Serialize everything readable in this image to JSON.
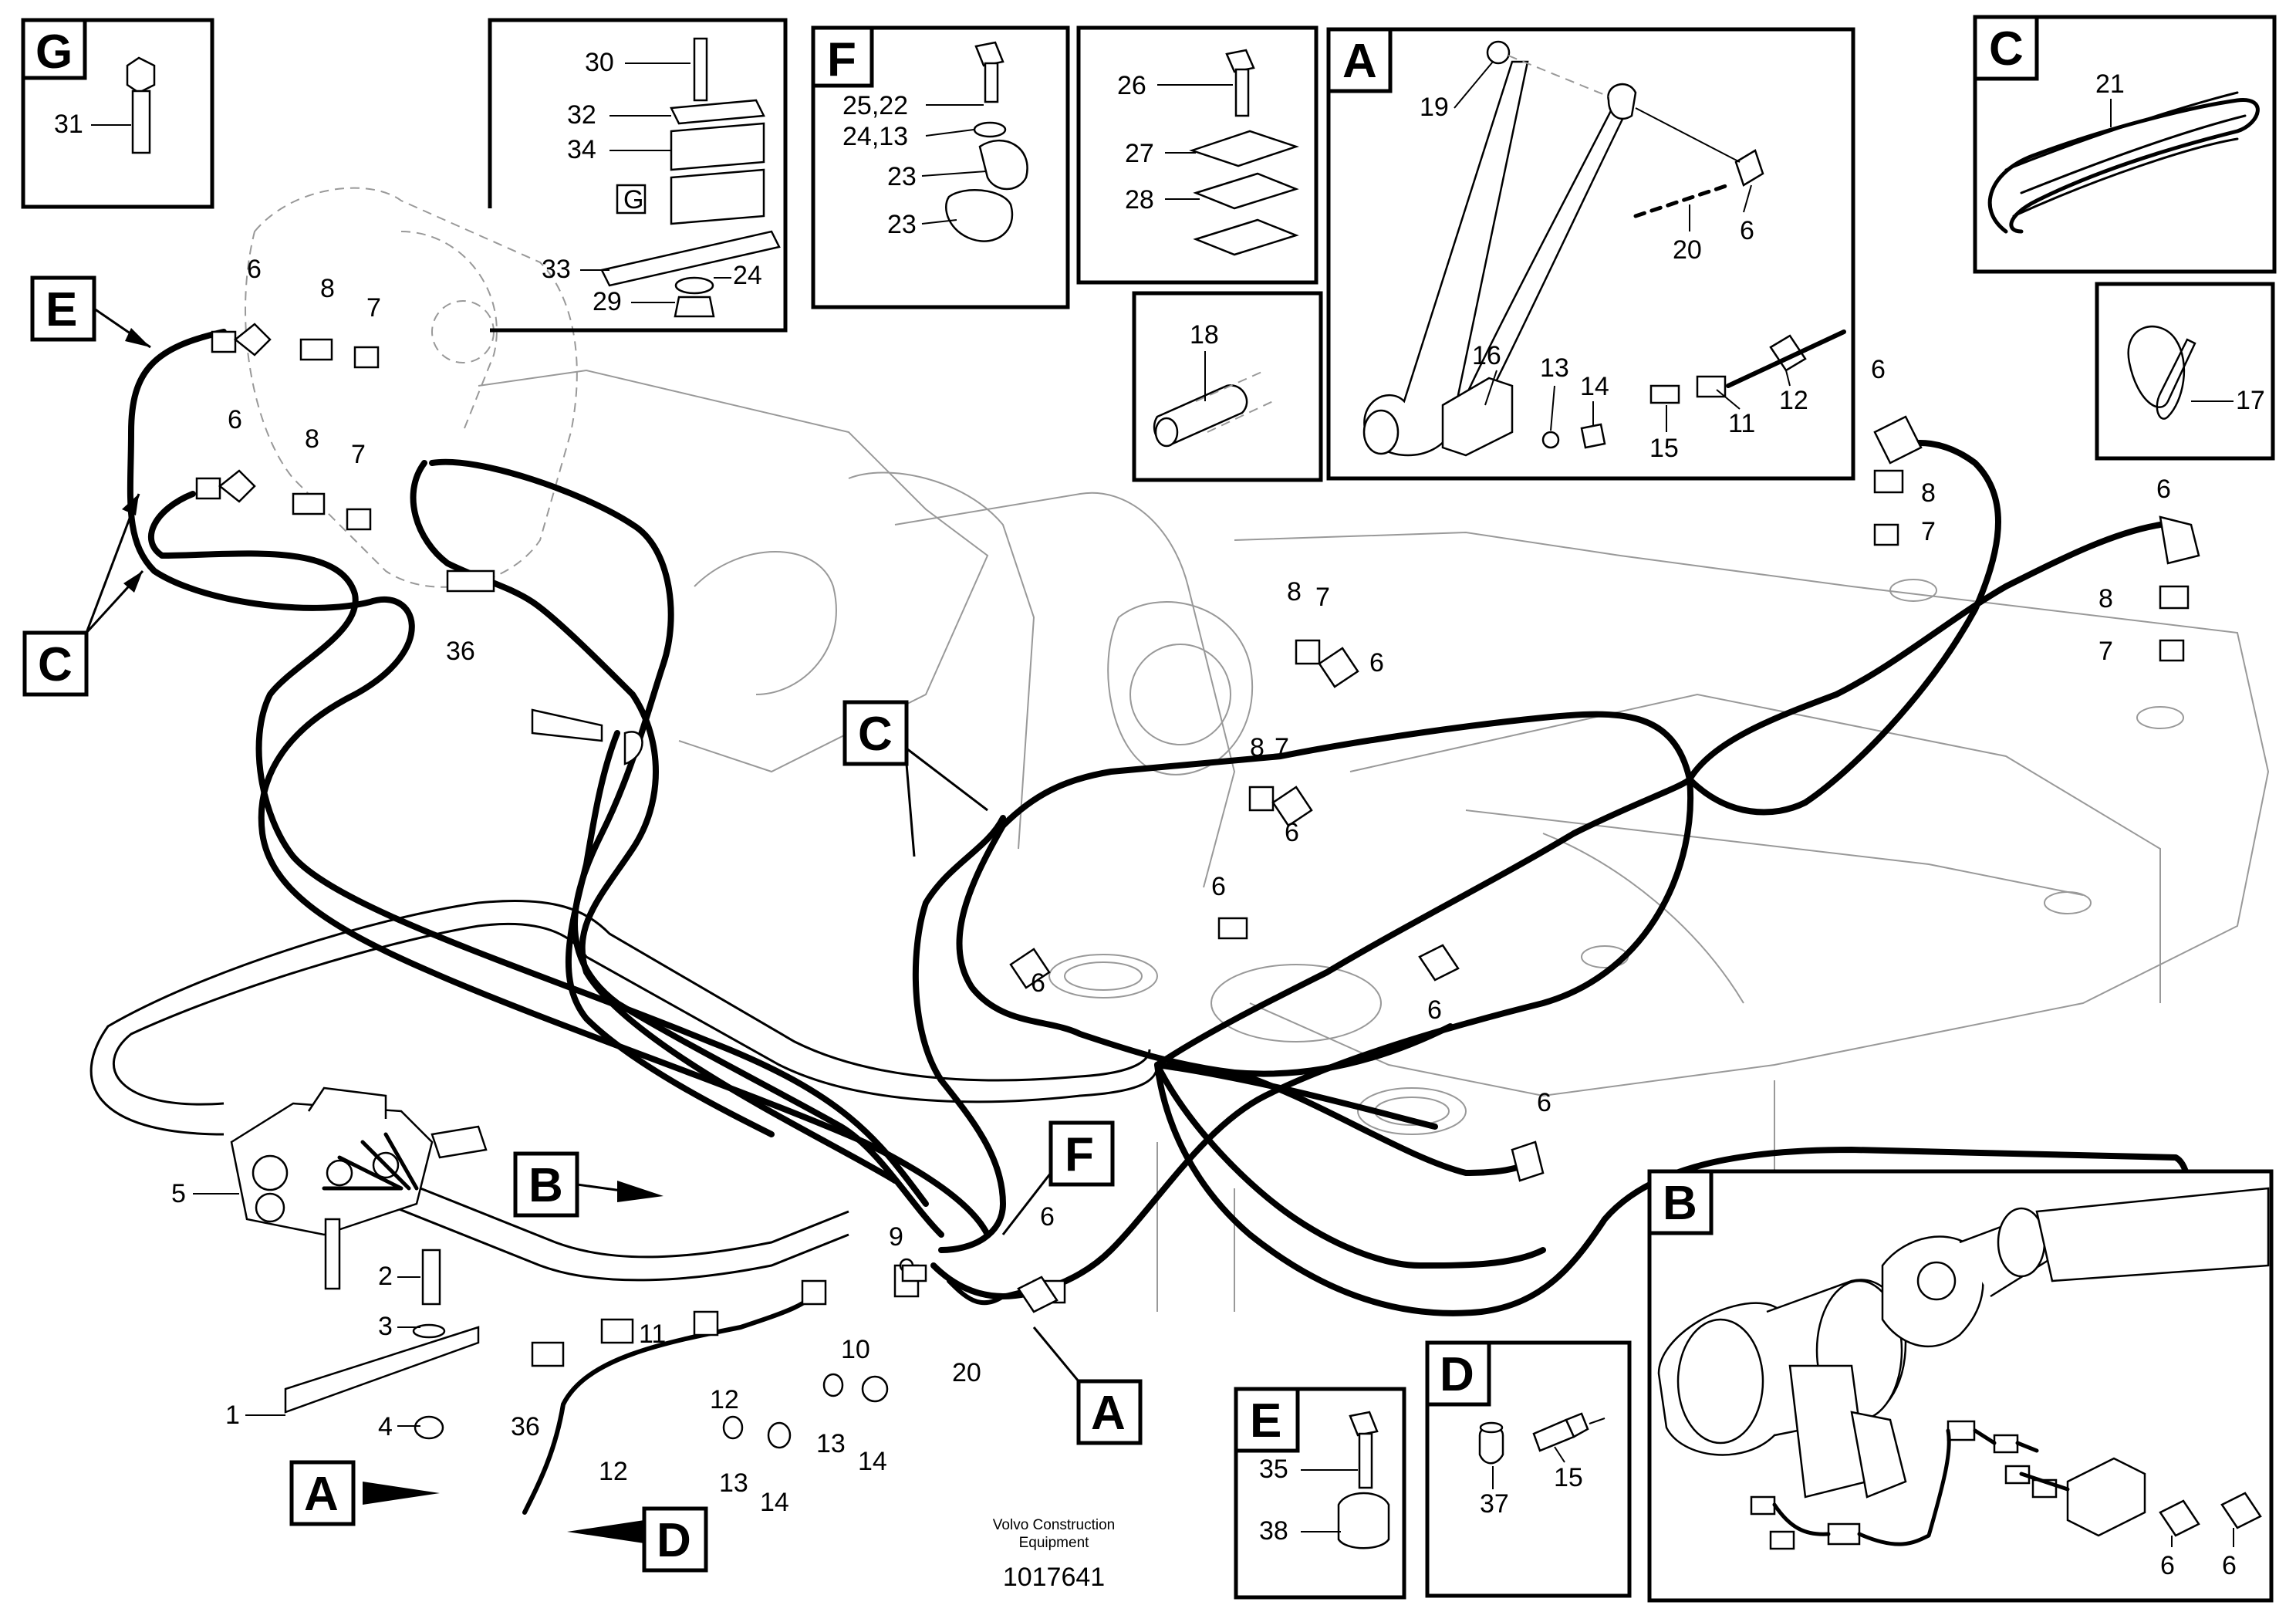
{
  "footer": {
    "maker_line1": "Volvo Construction",
    "maker_line2": "Equipment",
    "drawing_number": "1017641"
  },
  "panel_tags": {
    "G": "G",
    "F": "F",
    "A": "A",
    "C": "C",
    "E": "E",
    "D": "D",
    "B": "B",
    "G_small": "G"
  },
  "main_tags": {
    "E": "E",
    "C_left": "C",
    "C_mid": "C",
    "B": "B",
    "F": "F",
    "A_mid": "A",
    "A_low": "A",
    "D_low": "D"
  },
  "callouts": {
    "g31": "31",
    "k30": "30",
    "k32": "32",
    "k34": "34",
    "k33": "33",
    "k24": "24",
    "k29": "29",
    "f2522": "25,22",
    "f2413": "24,13",
    "f23a": "23",
    "f23b": "23",
    "p26": "26",
    "p27": "27",
    "p28": "28",
    "p18": "18",
    "a19": "19",
    "a6": "6",
    "a20": "20",
    "a16": "16",
    "a13": "13",
    "a14": "14",
    "a15": "15",
    "a11": "11",
    "a12": "12",
    "c21": "21",
    "c17": "17",
    "e6a": "6",
    "e8a": "8",
    "e7a": "7",
    "e6b": "6",
    "e8b": "8",
    "e7b": "7",
    "m36": "36",
    "r6a": "6",
    "r8a": "8",
    "r7a": "7",
    "r6b": "6",
    "r8b": "8",
    "r7b": "7",
    "c8a": "8",
    "c7a": "7",
    "c6a": "6",
    "c8b": "8",
    "c7b": "7",
    "c6b": "6",
    "c6c": "6",
    "c6d": "6",
    "c6e": "6",
    "c6f": "6",
    "l5": "5",
    "l2": "2",
    "l3": "3",
    "l1": "1",
    "l4": "4",
    "l9": "9",
    "l10": "10",
    "l11": "11",
    "l12a": "12",
    "l12b": "12",
    "l13a": "13",
    "l13b": "13",
    "l14a": "14",
    "l14b": "14",
    "l36": "36",
    "l20": "20",
    "l6": "6",
    "e35": "35",
    "e38": "38",
    "d37": "37",
    "d15": "15",
    "b6a": "6",
    "b6b": "6"
  }
}
